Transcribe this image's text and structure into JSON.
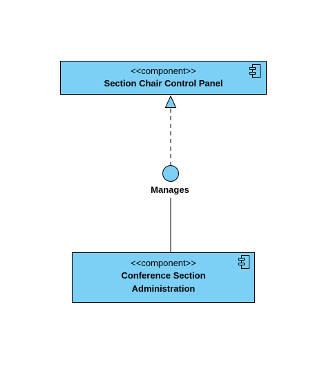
{
  "colors": {
    "component_fill": "#7ccff5",
    "stroke": "#000000",
    "background": "#ffffff"
  },
  "components": [
    {
      "stereotype": "<<component>>",
      "name": "Section Chair Control Panel",
      "icon": "component-icon"
    },
    {
      "stereotype": "<<component>>",
      "name_line1": "Conference Section",
      "name_line2": "Administration",
      "icon": "component-icon"
    }
  ],
  "interface": {
    "label": "Manages",
    "icon": "lollipop-interface-circle"
  },
  "relationships": [
    {
      "type": "realization",
      "style": "dashed-with-hollow-triangle",
      "from": "interface",
      "to": "Section Chair Control Panel"
    },
    {
      "type": "association",
      "style": "solid",
      "from": "interface",
      "to": "Conference Section Administration"
    }
  ]
}
